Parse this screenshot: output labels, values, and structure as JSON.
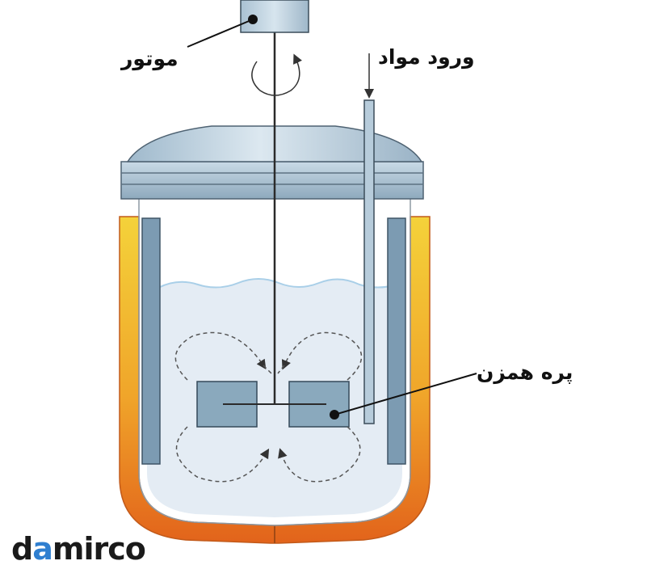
{
  "labels": {
    "motor": "موتور",
    "inlet": "ورود مواد",
    "impeller": "پره همزن"
  },
  "logo": {
    "part1": "d",
    "part2": "a",
    "part3": "mirco"
  },
  "colors": {
    "jacket_outer": "#e7791f",
    "jacket_inner": "#f2c12e",
    "liquid": "#e4ecf4",
    "baffle": "#7c9bb2",
    "impeller": "#8aa9bd",
    "lid": "#b5cbda",
    "logo_accent": "#2f7fd0"
  }
}
